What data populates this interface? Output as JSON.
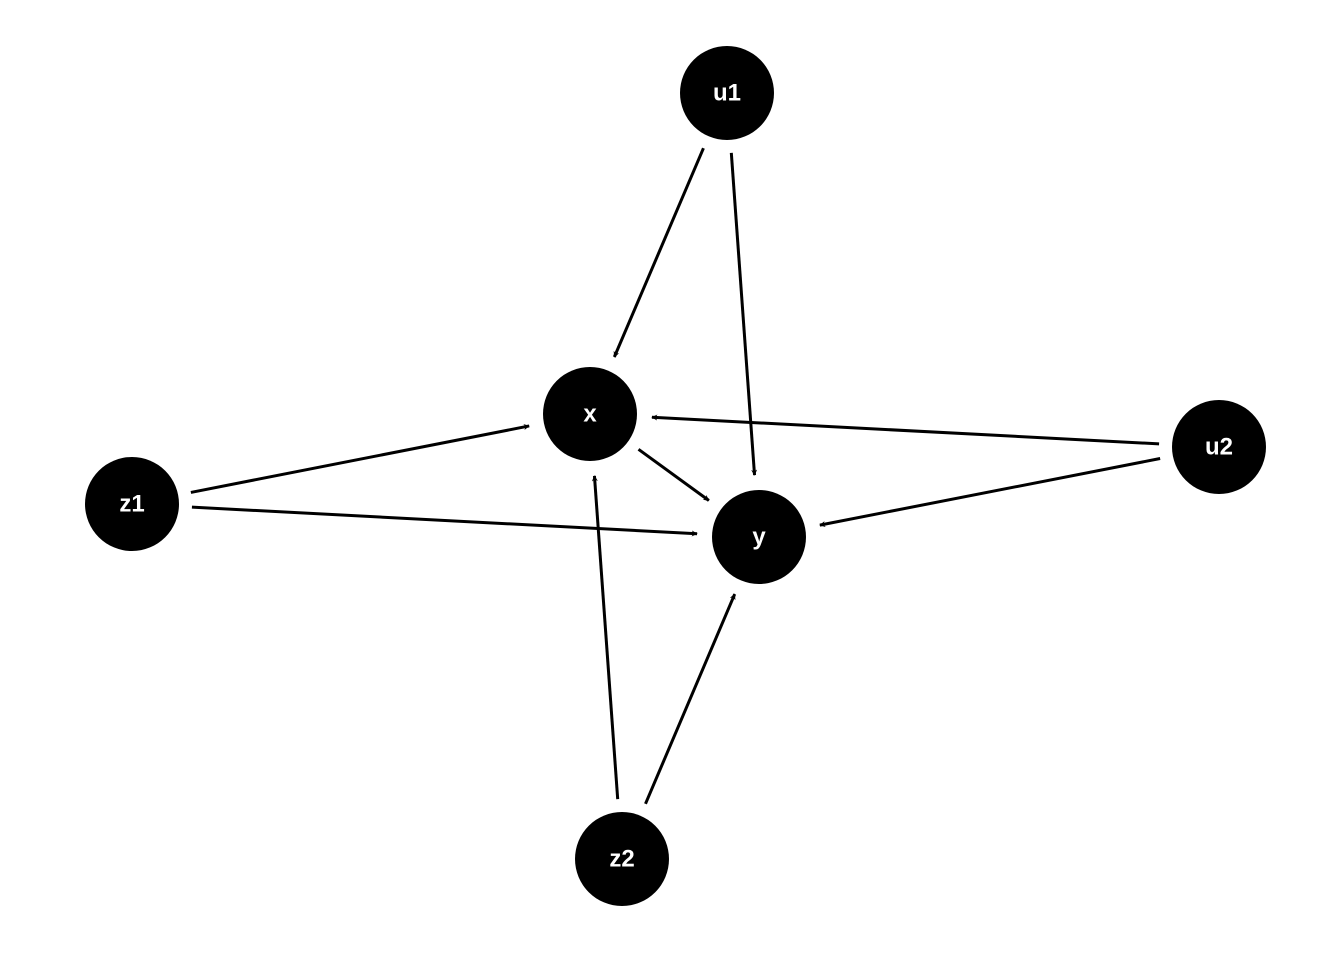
{
  "diagram": {
    "type": "directed-acyclic-graph",
    "node_color": "#000000",
    "label_color": "#ffffff",
    "edge_color": "#000000",
    "nodes": [
      {
        "id": "u1",
        "label": "u1"
      },
      {
        "id": "x",
        "label": "x"
      },
      {
        "id": "u2",
        "label": "u2"
      },
      {
        "id": "z1",
        "label": "z1"
      },
      {
        "id": "y",
        "label": "y"
      },
      {
        "id": "z2",
        "label": "z2"
      }
    ],
    "edges": [
      {
        "from": "u1",
        "to": "x"
      },
      {
        "from": "u1",
        "to": "y"
      },
      {
        "from": "u2",
        "to": "x"
      },
      {
        "from": "u2",
        "to": "y"
      },
      {
        "from": "z1",
        "to": "x"
      },
      {
        "from": "z1",
        "to": "y"
      },
      {
        "from": "x",
        "to": "y"
      },
      {
        "from": "z2",
        "to": "x"
      },
      {
        "from": "z2",
        "to": "y"
      }
    ]
  }
}
